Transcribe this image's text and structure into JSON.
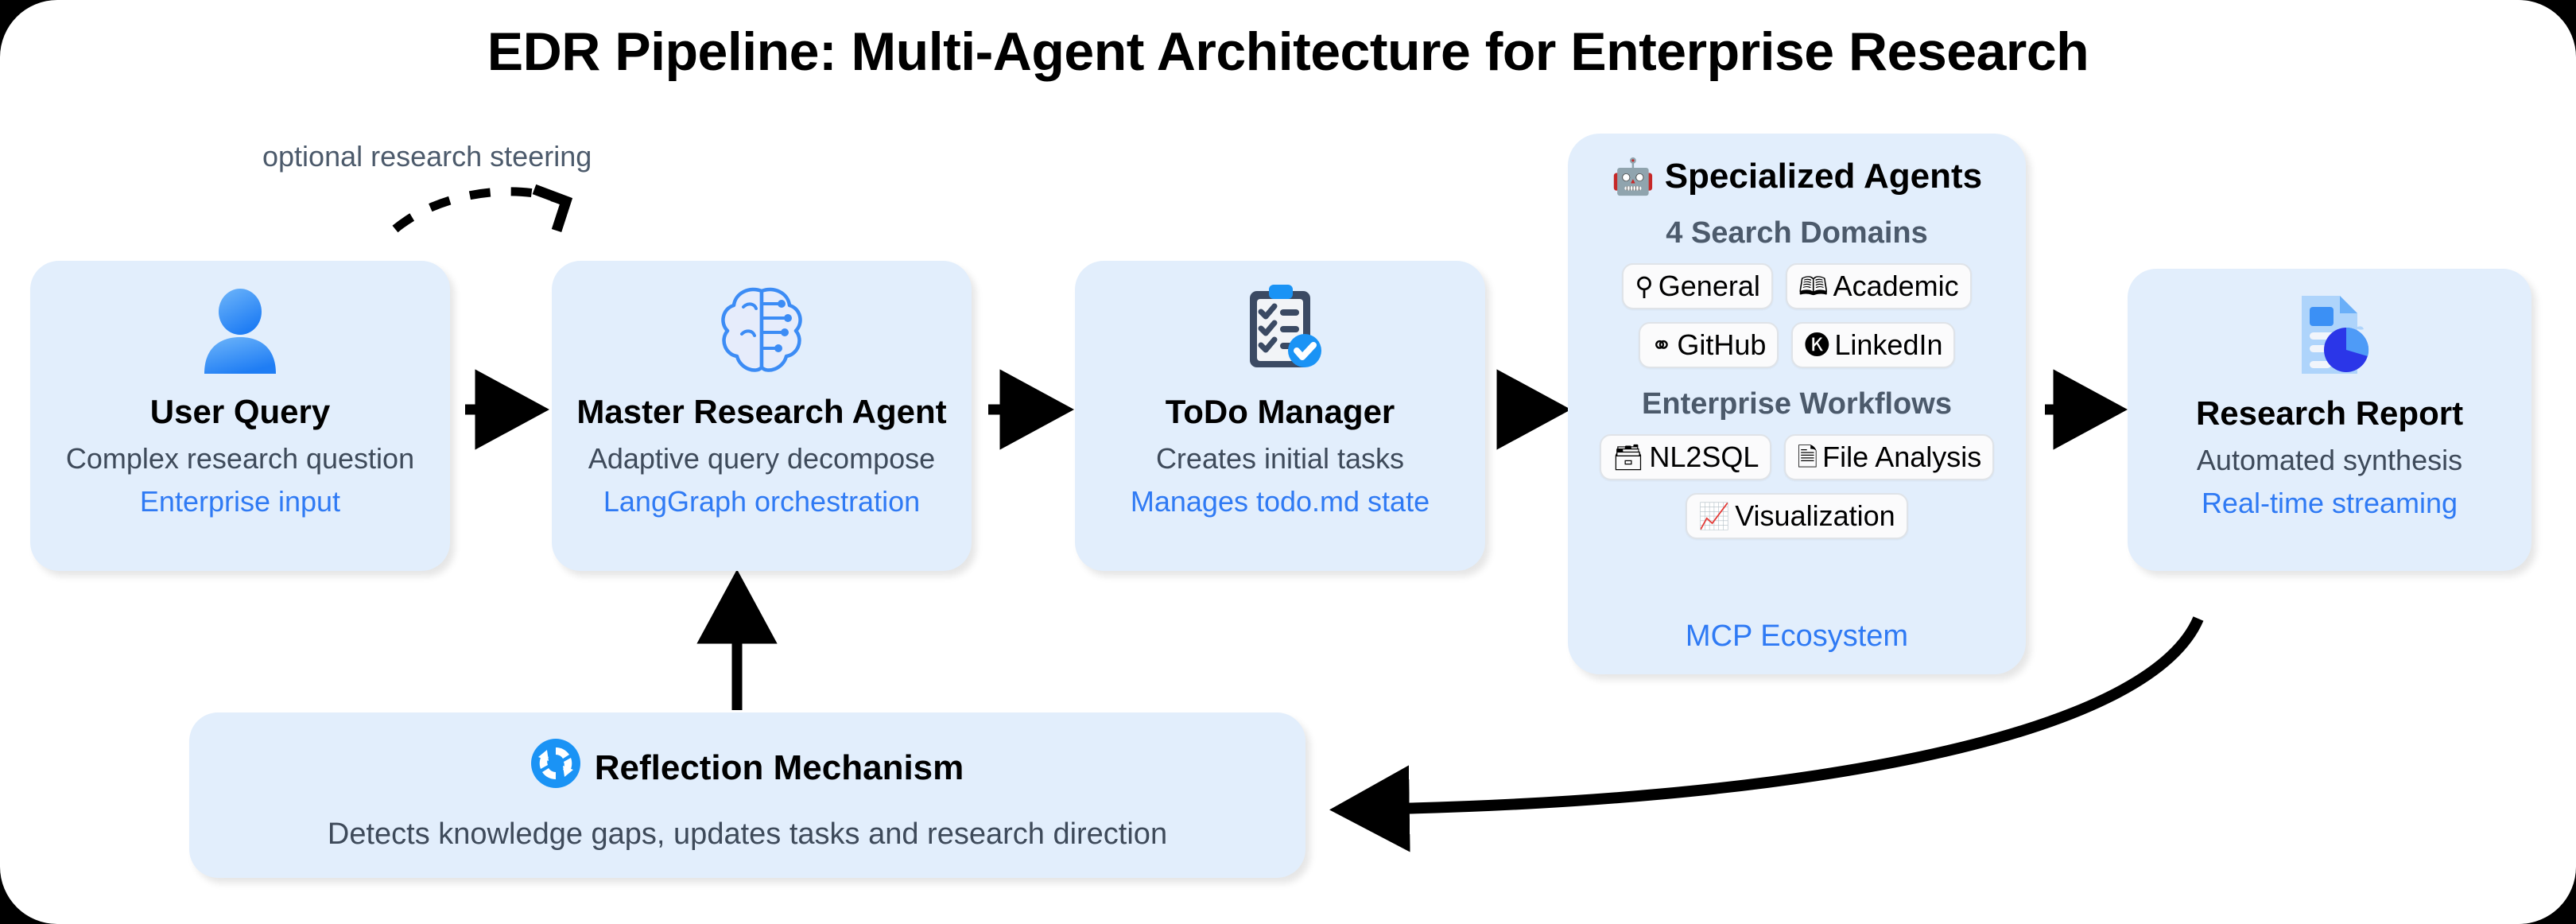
{
  "title": "EDR Pipeline: Multi-Agent Architecture for Enterprise Research",
  "annotations": {
    "steering": "optional research steering"
  },
  "nodes": [
    {
      "id": "user-query",
      "icon": "user-avatar-icon",
      "title": "User Query",
      "subtitle": "Complex research question",
      "tag": "Enterprise input"
    },
    {
      "id": "master-agent",
      "icon": "brain-circuit-icon",
      "title": "Master Research Agent",
      "subtitle": "Adaptive query decompose",
      "tag": "LangGraph orchestration"
    },
    {
      "id": "todo-manager",
      "icon": "clipboard-checklist-icon",
      "title": "ToDo Manager",
      "subtitle": "Creates initial tasks",
      "tag": "Manages todo.md state"
    },
    {
      "id": "research-report",
      "icon": "report-chart-icon",
      "title": "Research Report",
      "subtitle": "Automated synthesis",
      "tag": "Real-time streaming"
    }
  ],
  "specialized_agents": {
    "icon": "robot-icon",
    "emoji": "🤖",
    "heading": "Specialized Agents",
    "search_label": "4 Search Domains",
    "search_domains": [
      {
        "label": "General",
        "glyph": "🔍",
        "icon": "magnifier-icon"
      },
      {
        "label": "Academic",
        "glyph": "📖",
        "icon": "open-book-icon"
      },
      {
        "label": "GitHub",
        "glyph": "Ⓖ",
        "icon": "github-icon"
      },
      {
        "label": "LinkedIn",
        "glyph": "Ⓛ",
        "icon": "linkedin-icon"
      }
    ],
    "workflows_label": "Enterprise Workflows",
    "workflows": [
      {
        "label": "NL2SQL",
        "glyph": "🗄",
        "icon": "database-icon"
      },
      {
        "label": "File Analysis",
        "glyph": "🔎",
        "icon": "file-search-icon"
      },
      {
        "label": "Visualization",
        "glyph": "📊",
        "icon": "bar-chart-icon"
      }
    ],
    "tag": "MCP Ecosystem"
  },
  "reflection": {
    "icon": "refresh-cycle-icon",
    "title": "Reflection Mechanism",
    "subtitle": "Detects knowledge gaps, updates tasks and research direction"
  },
  "colors": {
    "node_bg": "#e2eefc",
    "accent_blue": "#2f7af4",
    "subtitle_gray": "#3e4a5a",
    "chip_bg": "#fbfbfc",
    "chip_border": "#dfe3e8",
    "frame_bg": "#ffffff",
    "outer_bg": "#000000",
    "arrow": "#000000"
  }
}
